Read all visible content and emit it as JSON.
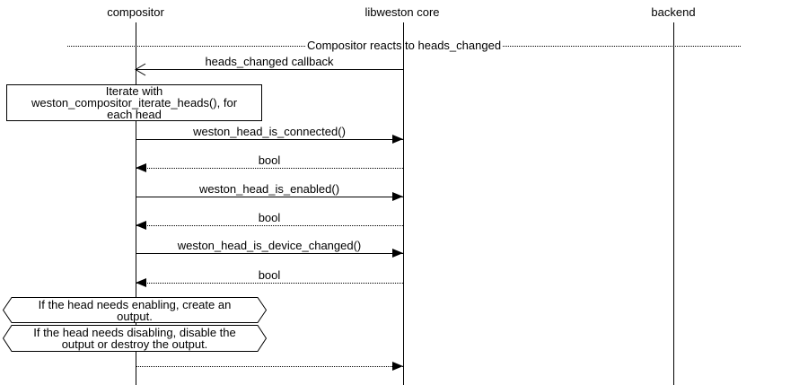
{
  "actors": [
    {
      "name": "compositor"
    },
    {
      "name": "libweston core"
    },
    {
      "name": "backend"
    }
  ],
  "divider": {
    "title": "Compositor reacts to heads_changed"
  },
  "notes": [
    {
      "shape": "rectangle",
      "text": "Iterate with weston_compositor_iterate_heads(), for each head"
    },
    {
      "shape": "hexagon",
      "text": "If the head needs enabling, create an output."
    },
    {
      "shape": "hexagon",
      "text": "If the head needs disabling, disable the output or destroy the output."
    }
  ],
  "messages": [
    {
      "label": "heads_changed callback",
      "from": "libweston core",
      "to": "compositor",
      "line_style": "solid",
      "arrowhead": "open"
    },
    {
      "label": "weston_head_is_connected()",
      "from": "compositor",
      "to": "libweston core",
      "line_style": "solid",
      "arrowhead": "filled"
    },
    {
      "label": "bool",
      "from": "libweston core",
      "to": "compositor",
      "line_style": "dotted",
      "arrowhead": "filled"
    },
    {
      "label": "weston_head_is_enabled()",
      "from": "compositor",
      "to": "libweston core",
      "line_style": "solid",
      "arrowhead": "filled"
    },
    {
      "label": "bool",
      "from": "libweston core",
      "to": "compositor",
      "line_style": "dotted",
      "arrowhead": "filled"
    },
    {
      "label": "weston_head_is_device_changed()",
      "from": "compositor",
      "to": "libweston core",
      "line_style": "solid",
      "arrowhead": "filled"
    },
    {
      "label": "bool",
      "from": "libweston core",
      "to": "compositor",
      "line_style": "dotted",
      "arrowhead": "filled"
    },
    {
      "label": "",
      "from": "compositor",
      "to": "libweston core",
      "line_style": "dotted",
      "arrowhead": "filled"
    }
  ],
  "colors": {
    "background": "#ffffff",
    "line": "#000000",
    "text": "#000000"
  }
}
